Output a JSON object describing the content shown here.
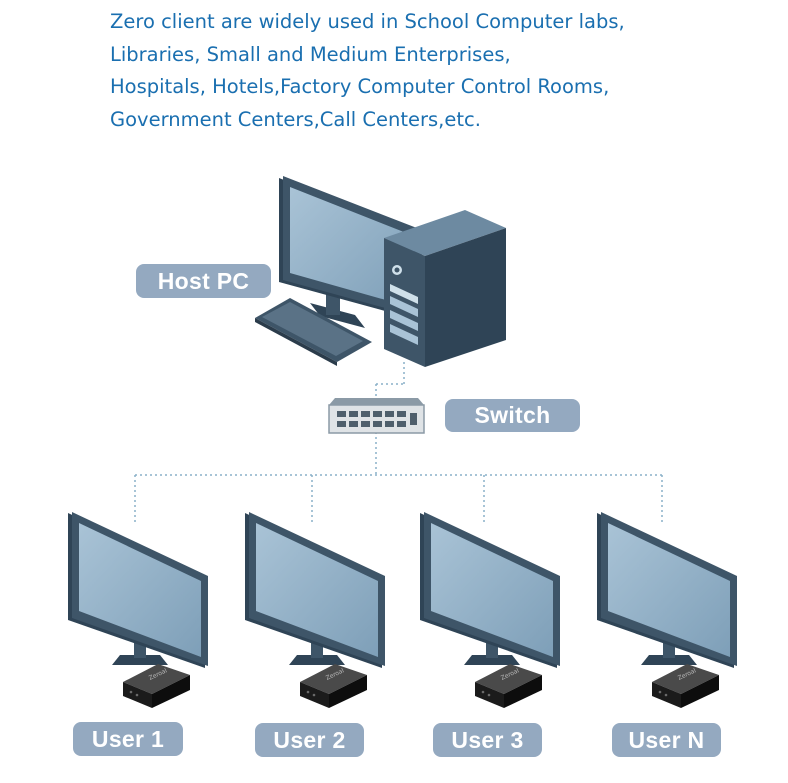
{
  "intro": {
    "lines": [
      "Zero client are widely used in School Computer labs,",
      "Libraries, Small and Medium Enterprises,",
      "Hospitals, Hotels,Factory Computer Control Rooms,",
      "Government Centers,Call Centers,etc."
    ]
  },
  "labels": {
    "host_pc": "Host PC",
    "switch": "Switch",
    "users": [
      "User 1",
      "User 2",
      "User 3",
      "User N"
    ]
  },
  "device_brand": "Zeroal",
  "colors": {
    "intro_text": "#1a6fb0",
    "label_bg": "#94a9c0",
    "label_text": "#ffffff",
    "monitor_frame": "#3e5568",
    "monitor_screen": "#8fb0c8",
    "connector_line": "#8ab0c8"
  }
}
